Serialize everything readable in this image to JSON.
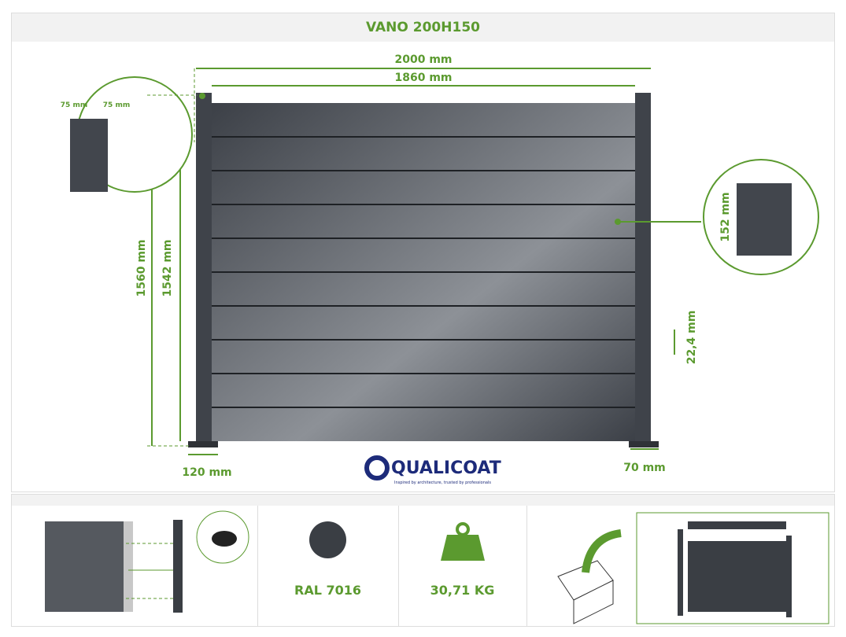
{
  "title": "VANO 200H150",
  "dimensions": {
    "total_width": "2000 mm",
    "panel_width": "1860 mm",
    "total_height": "1560 mm",
    "panel_height": "1542 mm",
    "post_base": "120 mm",
    "post_width": "70 mm",
    "post_side_a": "75 mm",
    "post_side_b": "75 mm",
    "slat_height": "152 mm",
    "gap": "22,4 mm"
  },
  "logo": {
    "name": "QUALICOAT",
    "tagline": "Inspired by architecture, trusted by professionals"
  },
  "features": {
    "color": "RAL 7016",
    "weight": "30,71 KG"
  },
  "colors": {
    "accent": "#5b9a2f",
    "panel": "#3a3e44"
  }
}
